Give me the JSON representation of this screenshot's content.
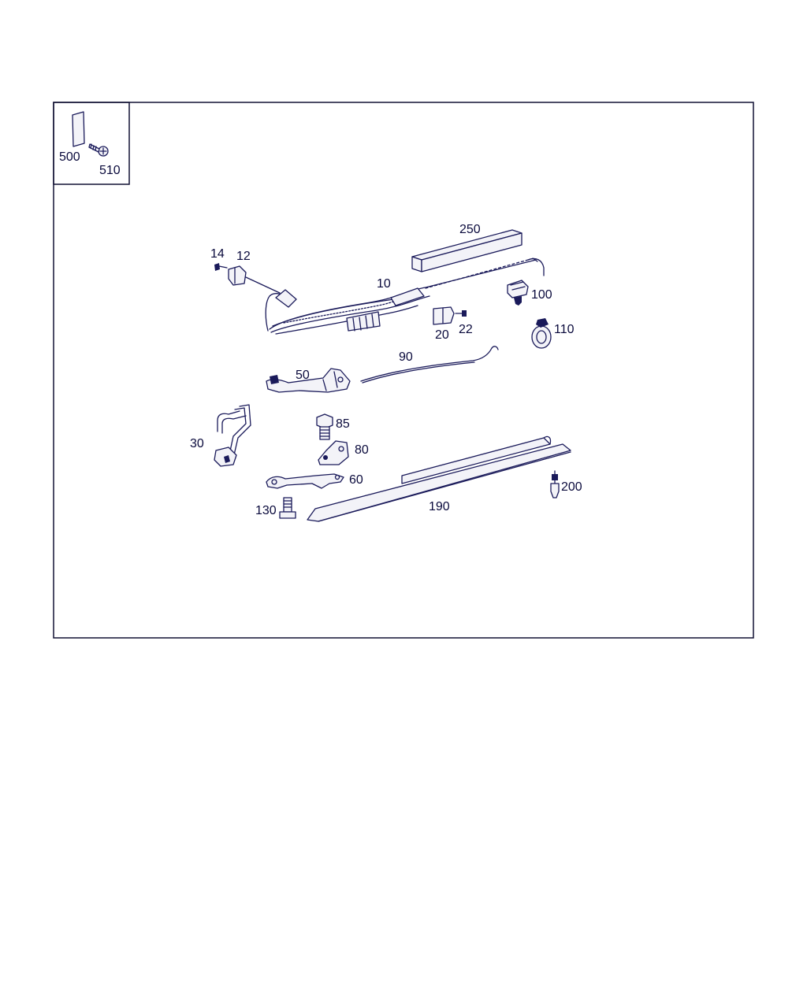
{
  "inset_labels": {
    "p500": "500",
    "p510": "510"
  },
  "labels": {
    "p250": "250",
    "p14": "14",
    "p12": "12",
    "p10": "10",
    "p100": "100",
    "p20": "20",
    "p22": "22",
    "p110": "110",
    "p90": "90",
    "p50": "50",
    "p85": "85",
    "p30": "30",
    "p80": "80",
    "p60": "60",
    "p200": "200",
    "p130": "130",
    "p190": "190"
  }
}
